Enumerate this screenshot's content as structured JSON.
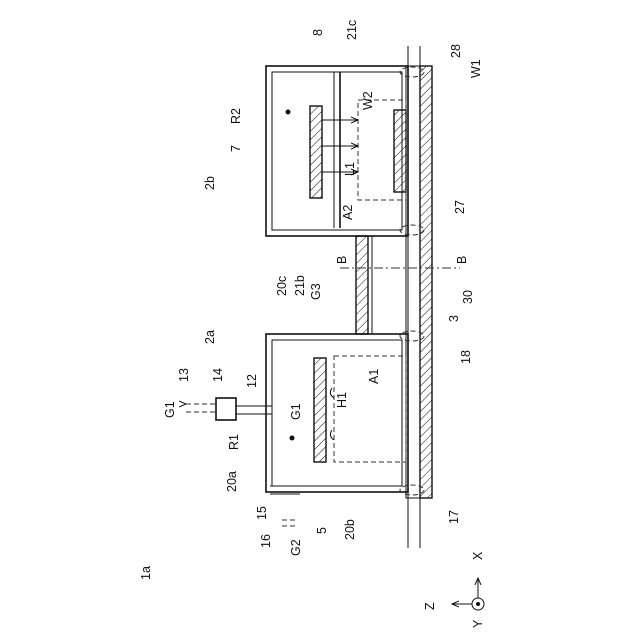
{
  "labels": {
    "device": "1a",
    "R1": "R1",
    "R2": "R2",
    "A1": "A1",
    "A2": "A2",
    "H1": "H1",
    "L1": "L1",
    "W1": "W1",
    "W2": "W2",
    "G1_top": "G1",
    "G1_mid": "G1",
    "G2": "G2",
    "G3": "G3",
    "n2a": "2a",
    "n2b": "2b",
    "n3": "3",
    "n5": "5",
    "n7": "7",
    "n8": "8",
    "n12": "12",
    "n13": "13",
    "n14": "14",
    "n15": "15",
    "n16": "16",
    "n17": "17",
    "n18": "18",
    "n20a": "20a",
    "n20b": "20b",
    "n20c": "20c",
    "n21b": "21b",
    "n21c": "21c",
    "n27": "27",
    "n28": "28",
    "n30": "30",
    "B_left": "B",
    "B_right": "B"
  },
  "axes": {
    "x": "X",
    "y": "Y",
    "z": "Z"
  }
}
